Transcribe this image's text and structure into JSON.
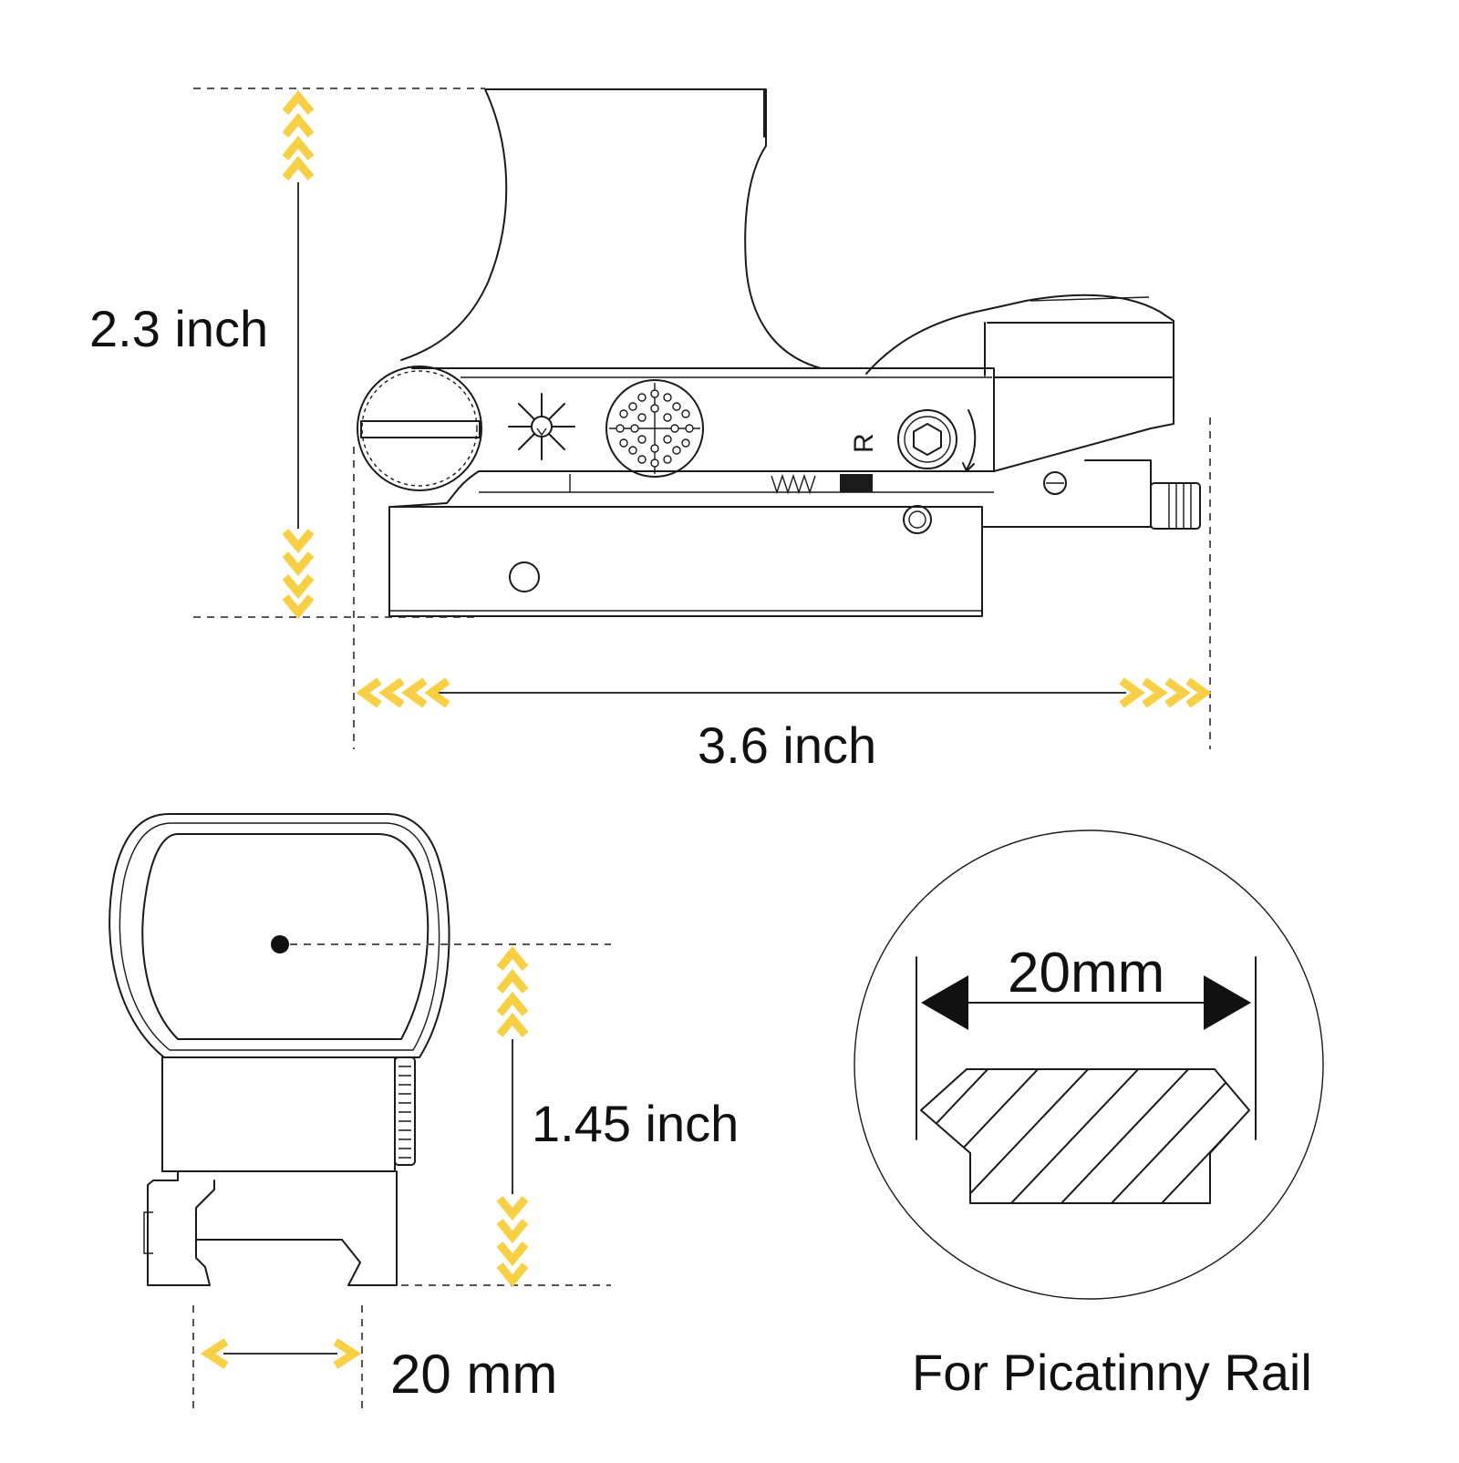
{
  "labels": {
    "height": "2.3 inch",
    "length": "3.6 inch",
    "optical_axis_height": "1.45 inch",
    "base_width": "20 mm",
    "rail_width": "20mm",
    "rail_caption": "For Picatinny Rail"
  },
  "colors": {
    "accent_arrows": "#F7D046",
    "outline": "#1a1a1a",
    "background": "#ffffff"
  }
}
